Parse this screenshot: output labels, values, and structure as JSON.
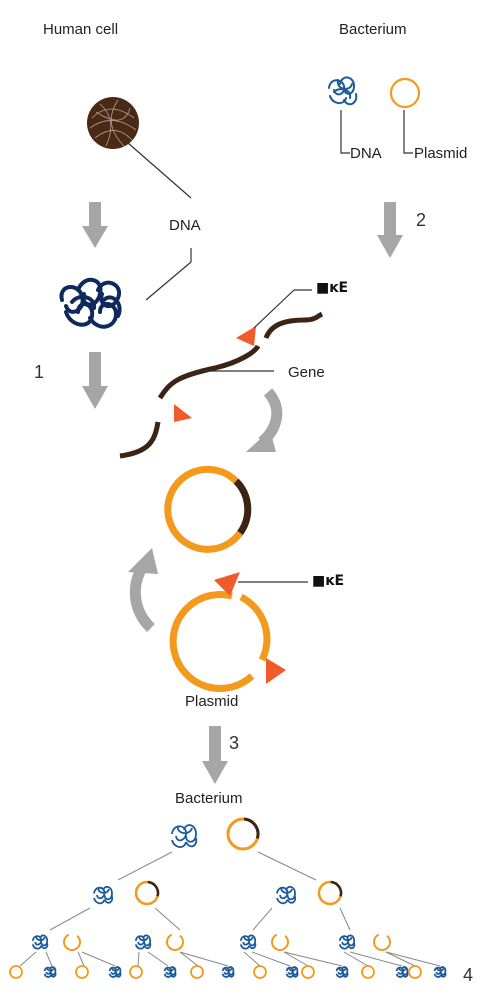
{
  "labels": {
    "human_cell": "Human cell",
    "bacterium_top": "Bacterium",
    "dna_left": "DNA",
    "dna_right": "DNA",
    "plasmid_right": "Plasmid",
    "gene": "Gene",
    "plasmid_mid": "Plasmid",
    "bacterium_bottom": "Bacterium",
    "step_1": "1",
    "step_2": "2",
    "step_3": "3",
    "step_4": "4",
    "enzyme_top": "■ĸE",
    "enzyme_mid": "■ĸE"
  },
  "colors": {
    "human_dna": "#4a2a14",
    "dna_blue": "#1c5b9a",
    "dna_navy": "#0e2a5c",
    "plasmid": "#f39a1e",
    "gene": "#3b2415",
    "enzyme": "#f15a29",
    "arrow": "#a6a6a6",
    "line": "#333333"
  },
  "icons": [
    "dna-coil-icon",
    "plasmid-ring-icon",
    "scissors-wedge-icon",
    "process-arrow-icon"
  ]
}
